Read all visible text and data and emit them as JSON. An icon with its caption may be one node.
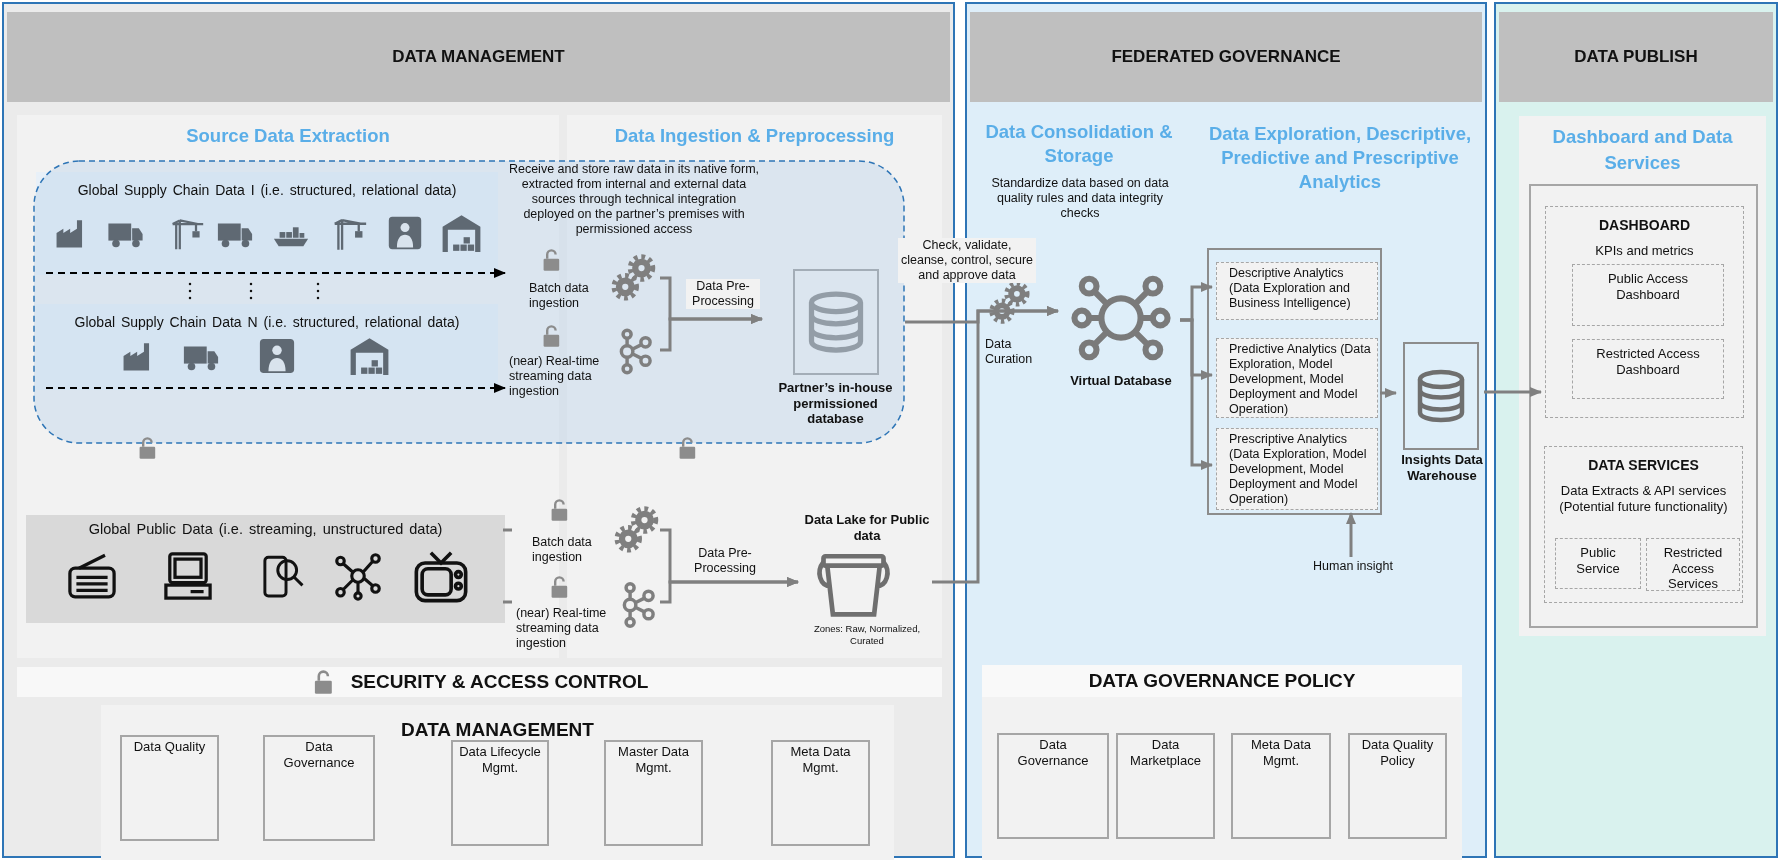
{
  "diagram": {
    "nodes": [
      {
        "text": [
          "DATA MANAGEMENT"
        ]
      },
      {
        "text": [
          "FEDERATED GOVERNANCE"
        ]
      },
      {
        "text": [
          "DATA PUBLISH"
        ]
      },
      {
        "text": [
          "Source Data Extraction"
        ],
        "in": 0
      },
      {
        "text": [
          "Data Ingestion & Preprocessing"
        ],
        "in": 0
      },
      {
        "text": [
          "Global Supply Chain Data I (i.e. structured, relational data)"
        ],
        "in": 3
      },
      {
        "text": [
          "Global Supply Chain Data N (i.e. structured, relational data)"
        ],
        "in": 3
      },
      {
        "text": [
          "Global Public Data (i.e. streaming, unstructured data)"
        ],
        "in": 3
      },
      {
        "text": [
          "Batch data ingestion"
        ],
        "in": 0
      },
      {
        "text": [
          "(near) Real-time streaming data ingestion"
        ],
        "in": 0
      },
      {
        "text": [
          "Partner’s in-house permissioned database"
        ],
        "in": 4
      },
      {
        "text": [
          "Batch data ingestion"
        ],
        "in": 0
      },
      {
        "text": [
          "(near) Real-time streaming data ingestion"
        ],
        "in": 0
      },
      {
        "text": [
          "Data Lake for Public data"
        ],
        "beside": [
          "Zones: Raw, Normalized, Curated"
        ],
        "in": 4
      },
      {
        "text": [
          "SECURITY & ACCESS CONTROL"
        ],
        "in": 0
      },
      {
        "text": [
          "DATA MANAGEMENT"
        ],
        "in": 0
      },
      {
        "text": [
          "Data Quality"
        ],
        "in": 15
      },
      {
        "text": [
          "Data Governance"
        ],
        "in": 15
      },
      {
        "text": [
          "Data Lifecycle Mgmt."
        ],
        "in": 15
      },
      {
        "text": [
          "Master Data Mgmt."
        ],
        "in": 15
      },
      {
        "text": [
          "Meta Data Mgmt."
        ],
        "in": 15
      },
      {
        "text": [
          "Virtual Database"
        ],
        "in": 1
      },
      {
        "text": [],
        "shape": "box",
        "in": 1
      },
      {
        "text": [
          "Descriptive Analytics (Data Exploration and Business Intelligence)"
        ],
        "in": 22
      },
      {
        "text": [
          "Predictive Analytics (Data Exploration, Model Development, Model Deployment and Model Operation)"
        ],
        "in": 22
      },
      {
        "text": [
          "Prescriptive Analytics (Data Exploration, Model Development, Model Deployment and Model Operation)"
        ],
        "in": 22
      },
      {
        "text": [
          "Insights Data Warehouse"
        ],
        "in": 1
      },
      {
        "text": [
          "Human insight"
        ],
        "in": 1
      },
      {
        "text": [
          "DATA GOVERNANCE POLICY"
        ],
        "in": 1
      },
      {
        "text": [
          "Data Governance"
        ],
        "in": 28
      },
      {
        "text": [
          "Data Marketplace"
        ],
        "in": 28
      },
      {
        "text": [
          "Meta Data Mgmt."
        ],
        "in": 28
      },
      {
        "text": [
          "Data Quality Policy"
        ],
        "in": 28
      },
      {
        "text": [
          "Dashboard and Data Services"
        ],
        "in": 2
      },
      {
        "text": [],
        "shape": "box",
        "in": 33
      },
      {
        "text": [
          "DASHBOARD",
          "KPIs and metrics"
        ],
        "in": 34
      },
      {
        "text": [
          "Public Access Dashboard"
        ],
        "in": 35
      },
      {
        "text": [
          "Restricted Access Dashboard"
        ],
        "in": 35
      },
      {
        "text": [
          "DATA SERVICES",
          "Data Extracts & API services (Potential future functionality)"
        ],
        "in": 34
      },
      {
        "text": [
          "Public Service"
        ],
        "in": 38
      },
      {
        "text": [
          "Restricted Access Services"
        ],
        "in": 38
      }
    ],
    "edges": [
      {
        "from": 5,
        "to": 8,
        "arrow": "to",
        "style": "dashed",
        "color": "#000000"
      },
      {
        "from": 6,
        "to": 9,
        "arrow": "to",
        "style": "dashed",
        "color": "#000000"
      },
      {
        "from": 8,
        "to": 10,
        "arrow": "to",
        "label": "Data Pre-Processing"
      },
      {
        "from": 9,
        "to": 10,
        "arrow": "to"
      },
      {
        "from": 7,
        "to": 11,
        "arrow": "none"
      },
      {
        "from": 7,
        "to": 12,
        "arrow": "none"
      },
      {
        "from": 11,
        "to": 13,
        "arrow": "to",
        "label": "Data Pre-Processing"
      },
      {
        "from": 12,
        "to": 13,
        "arrow": "to"
      },
      {
        "from": 10,
        "to": 21,
        "arrow": "to",
        "label": "Check, validate, cleanse, control, secure and approve data"
      },
      {
        "from": 13,
        "to": 21,
        "arrow": "to"
      },
      {
        "from": 21,
        "to": 23,
        "arrow": "to"
      },
      {
        "from": 21,
        "to": 24,
        "arrow": "to"
      },
      {
        "from": 21,
        "to": 25,
        "arrow": "to"
      },
      {
        "from": 22,
        "to": 26,
        "arrow": "to"
      },
      {
        "from": 27,
        "to": 22,
        "arrow": "to"
      },
      {
        "from": 26,
        "to": 35,
        "arrow": "to"
      }
    ],
    "labels": [
      "Receive and store raw data in its native form, extracted from internal and external data sources through technical integration deployed on the partner’s premises with permissioned access",
      "Data Consolidation & Storage",
      "Standardize data based on data quality rules and data integrity checks",
      "Data Curation",
      "Data Exploration, Descriptive, Predictive and Prescriptive Analytics"
    ]
  }
}
